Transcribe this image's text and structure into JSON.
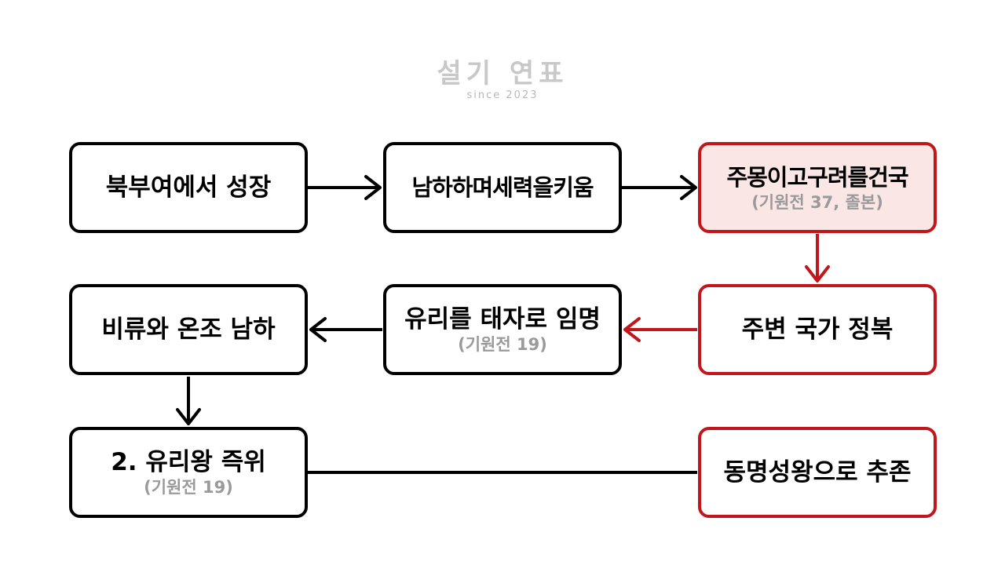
{
  "logo": {
    "title": "설기 연표",
    "subtitle": "since 2023"
  },
  "boxes": {
    "b1": {
      "main": "북부여에서 성장"
    },
    "b2": {
      "main": "남하하며세력을키움"
    },
    "b3": {
      "main": "주몽이고구려를건국",
      "sub": "(기원전 37, 졸본)"
    },
    "b4": {
      "main": "주변 국가 정복"
    },
    "b5": {
      "main": "유리를 태자로 임명",
      "sub": "(기원전 19)"
    },
    "b6": {
      "main": "비류와 온조 남하"
    },
    "b7": {
      "main": "2. 유리왕 즉위",
      "sub": "(기원전 19)"
    },
    "b8": {
      "main": "동명성왕으로 추존"
    }
  },
  "colors": {
    "accent_red": "#c0161c",
    "highlight_fill": "#fbe6e6",
    "sub_gray": "#9a9a9a"
  }
}
